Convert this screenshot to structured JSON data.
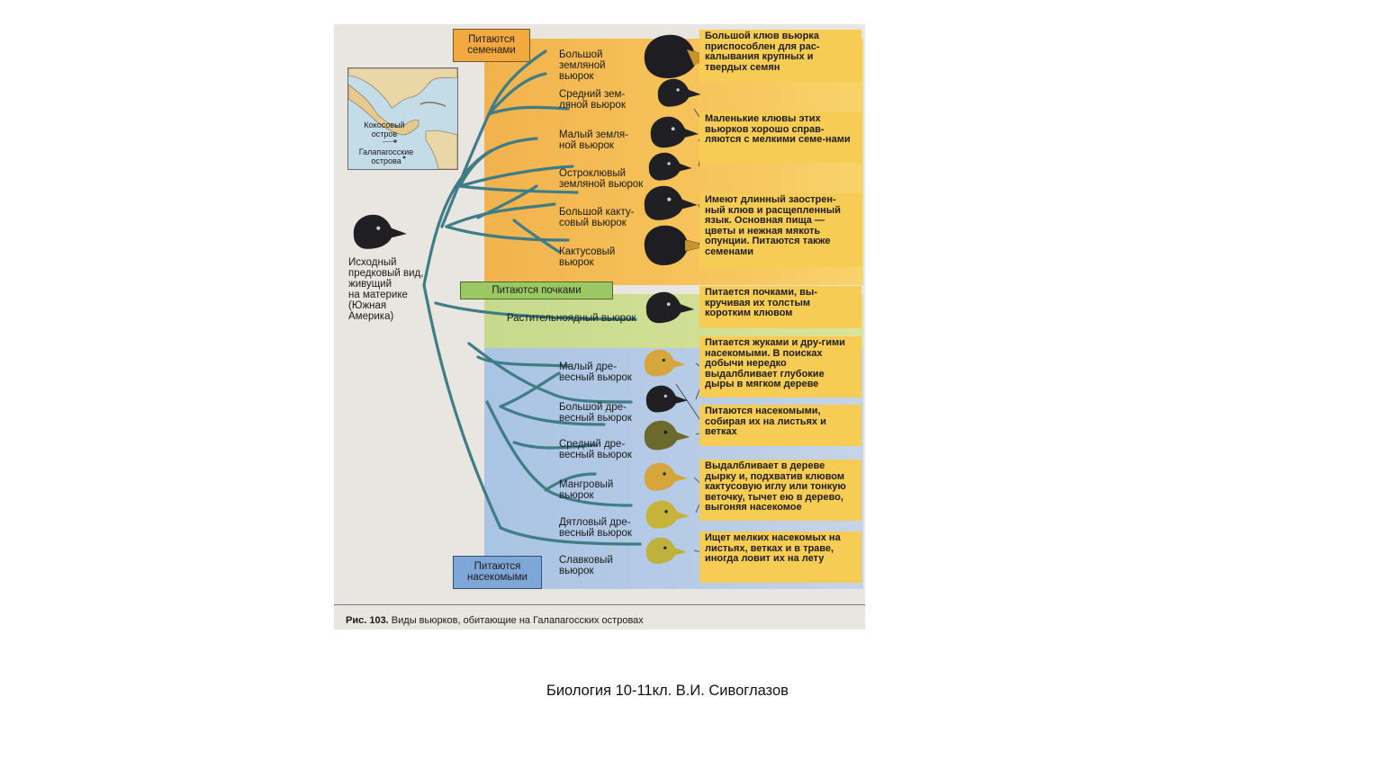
{
  "groups": {
    "seed": "Питаются\nсеменами",
    "bud": "Питаются почками",
    "insect": "Питаются\nнасекомыми"
  },
  "map": {
    "island_cocos": "Кокосовый\nостров",
    "islands_galapagos": "Галапагосские\nострова"
  },
  "ancestor": "Исходный\nпредковый вид,\nживущий\nна материке\n(Южная\nАмерика)",
  "species": [
    "Большой\nземляной\nвьюрок",
    "Средний зем-\nляной вьюрок",
    "Малый земля-\nной вьюрок",
    "Остроклювый\nземляной вьюрок",
    "Большой какту-\nсовый вьюрок",
    "Кактусовый\nвьюрок",
    "Растительноядный вьюрок",
    "Малый дре-\nвесный вьюрок",
    "Большой дре-\nвесный вьюрок",
    "Средний дре-\nвесный вьюрок",
    "Мангровый\nвьюрок",
    "Дятловый дре-\nвесный вьюрок",
    "Славковый\nвьюрок"
  ],
  "descriptions": [
    "Большой клюв вьюрка приспособлен для рас-калывания крупных и твердых семян",
    "Маленькие клювы этих вьюрков хорошо справ-ляются с мелкими семе-нами",
    "Имеют длинный заострен-ный клюв и расщепленный язык. Основная пища — цветы и нежная мякоть опунции. Питаются также семенами",
    "Питается почками, вы-кручивая их толстым коротким клювом",
    "Питается жуками и дру-гими насекомыми. В поисках добычи нередко выдалбливает глубокие дыры в мягком дереве",
    "Питаются насекомыми, собирая их на листьях и ветках",
    "Выдалбливает в дереве дырку и, подхватив клювом кактусовую иглу или тонкую веточку, тычет ею в дерево, выгоняя насекомое",
    "Ищет мелких насекомых на листьях, ветках и в траве, иногда ловит их на лету"
  ],
  "caption": {
    "number": "Рис. 103.",
    "text": " Виды вьюрков, обитающие на Галапагосских островах"
  },
  "credit": "Биология  10-11кл. В.И. Сивоглазов",
  "colors": {
    "seed_zone": "#f6c35a",
    "bud_zone": "#d9e49a",
    "insect_zone": "#b8cce6",
    "description_box": "#f7cc55",
    "tree_branch": "#3e7d86"
  }
}
